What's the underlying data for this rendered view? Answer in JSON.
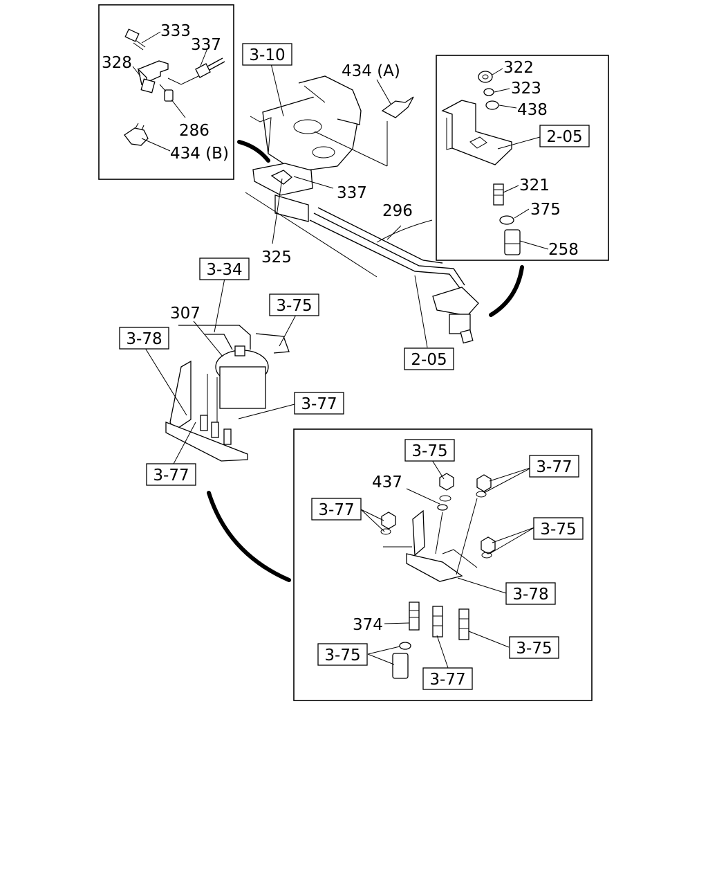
{
  "callouts": {
    "c333": "333",
    "c337a": "337",
    "c328": "328",
    "c286": "286",
    "c434b": "434 (B)",
    "c434a": "434 (A)",
    "c337b": "337",
    "c325": "325",
    "c296": "296",
    "c322": "322",
    "c323": "323",
    "c438": "438",
    "c321": "321",
    "c375": "375",
    "c258": "258",
    "c307": "307",
    "c437": "437",
    "c374": "374"
  },
  "refs": {
    "r310": "3-10",
    "r205a": "2-05",
    "r205b": "2-05",
    "r334": "3-34",
    "r375a": "3-75",
    "r378a": "3-78",
    "r377a": "3-77",
    "r377b": "3-77",
    "r375b": "3-75",
    "r377c": "3-77",
    "r377d": "3-77",
    "r375c": "3-75",
    "r378b": "3-78",
    "r375d": "3-75",
    "r375e": "3-75",
    "r377e": "3-77"
  }
}
